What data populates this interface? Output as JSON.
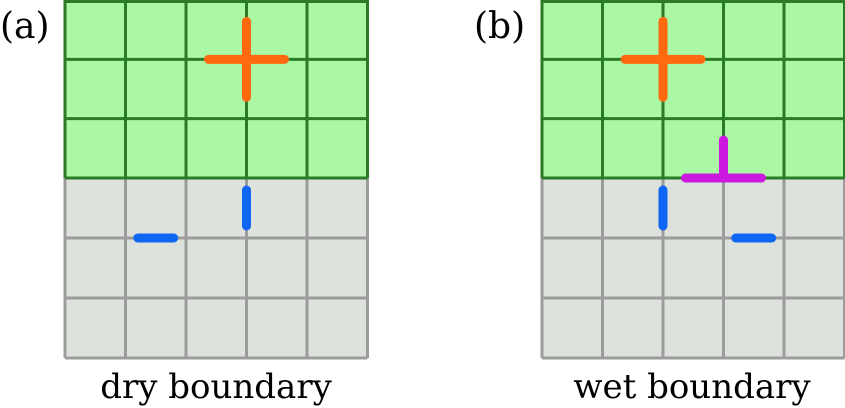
{
  "panels": [
    {
      "tag": "(a)",
      "caption": "dry boundary",
      "grid": {
        "columns": 5,
        "rows": 6,
        "bulk_rows": 3,
        "boundary_rows": 3
      },
      "operators": [
        {
          "kind": "plus",
          "color": "orange",
          "at_col": 3,
          "at_row": 1
        },
        {
          "kind": "vertical-bar",
          "color": "blue",
          "at_col": 3,
          "at_row": 3.5
        },
        {
          "kind": "horizontal-bar",
          "color": "blue",
          "at_col": 1.5,
          "at_row": 4
        }
      ]
    },
    {
      "tag": "(b)",
      "caption": "wet boundary",
      "grid": {
        "columns": 5,
        "rows": 6,
        "bulk_rows": 3,
        "boundary_rows": 3
      },
      "operators": [
        {
          "kind": "plus",
          "color": "orange",
          "at_col": 2,
          "at_row": 1
        },
        {
          "kind": "t-junction",
          "color": "magenta",
          "at_col": 3,
          "at_row": 3
        },
        {
          "kind": "vertical-bar",
          "color": "blue",
          "at_col": 2,
          "at_row": 3.5
        },
        {
          "kind": "horizontal-bar",
          "color": "blue",
          "at_col": 3.5,
          "at_row": 4
        }
      ]
    }
  ],
  "colors": {
    "bulk_fill": "#aaf7a4",
    "bulk_line": "#2a7a26",
    "boundary_fill": "#dde2dc",
    "boundary_line": "#9c9c9c",
    "orange": "#ff6a10",
    "blue": "#0f66f2",
    "magenta": "#cc19e0"
  }
}
